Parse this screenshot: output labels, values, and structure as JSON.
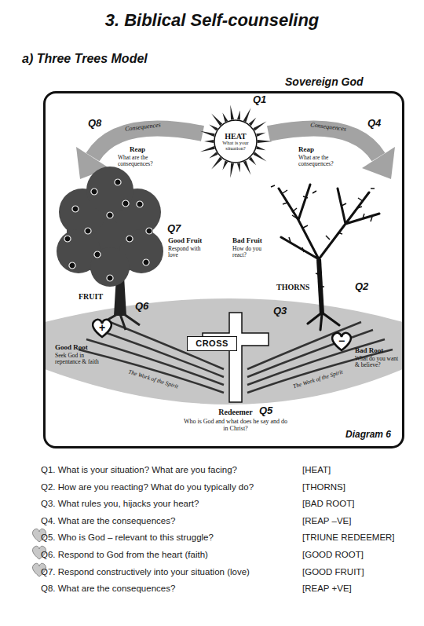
{
  "diagram": {
    "title": "3. Biblical Self-counseling",
    "nodes": [
      {
        "text": [
          "Sovereign God"
        ]
      },
      {
        "text": [
          "HEAT",
          "What is your situation?"
        ],
        "in": 0
      },
      {
        "text": [
          "+"
        ],
        "in": 0
      },
      {
        "text": [
          "−"
        ],
        "in": 0
      },
      {
        "text": [
          "CROSS"
        ],
        "in": 0
      }
    ],
    "labels": [
      "a) Three Trees Model",
      "Q1",
      "Q8",
      "Consequences",
      "Reap",
      "What are the consequences?",
      "Consequences",
      "Reap",
      "What are the consequences?",
      "Q4",
      "Q7",
      "Good Fruit",
      "Respond with love",
      "Bad Fruit",
      "How do you react?",
      "FRUIT",
      "THORNS",
      "Q2",
      "Q6",
      "Q3",
      "Good Root",
      "Seek God in repentance & faith",
      "Bad Root",
      "What do you want & believe?",
      "The Work of the Spirit",
      "The Work of the Spirit",
      "Redeemer",
      "Who is God and what does he say and do in Christ?",
      "Q5",
      "Diagram 6",
      "Q1. What is your situation? What are you facing?",
      "[HEAT]",
      "Q2. How are you reacting? What do you typically do?",
      "[THORNS]",
      "Q3. What rules you, hijacks your heart?",
      "[BAD ROOT]",
      "Q4. What are the consequences?",
      "[REAP –VE]",
      "Q5. Who is God – relevant to this struggle?",
      "[TRIUNE REDEEMER]",
      "Q6. Respond to God from the heart (faith)",
      "[GOOD ROOT]",
      "Q7. Respond constructively into your situation (love)",
      "[GOOD FRUIT]",
      "Q8. What are the consequences?",
      "[REAP +VE]"
    ]
  }
}
